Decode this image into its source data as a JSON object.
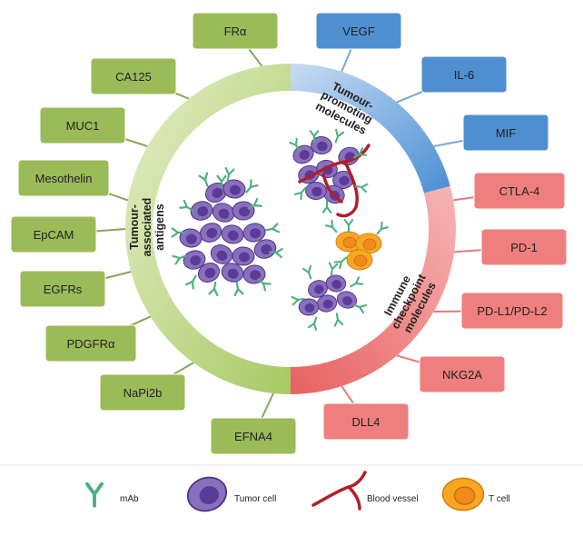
{
  "segments": {
    "tumour_associated": {
      "label_lines": [
        "Tumour-",
        "associated",
        "antigens"
      ],
      "color": "#d7e8b0"
    },
    "tumour_promoting": {
      "label_lines": [
        "Tumour-",
        "promoting",
        "molecules"
      ],
      "color": "#a9c9ea"
    },
    "immune_checkpoint": {
      "label_lines": [
        "Immune",
        "checkpoint",
        "molecules"
      ],
      "color": "#f2a3a3"
    }
  },
  "antigens": [
    "FRα",
    "CA125",
    "MUC1",
    "Mesothelin",
    "EpCAM",
    "EGFRs",
    "PDGFRα",
    "NaPi2b",
    "EFNA4"
  ],
  "promoting": [
    "VEGF",
    "IL-6",
    "MIF"
  ],
  "checkpoint": [
    "CTLA-4",
    "PD-1",
    "PD-L1/PD-L2",
    "NKG2A",
    "DLL4"
  ],
  "legend": {
    "mab": "mAb",
    "tumor_cell": "Tumor cell",
    "blood_vessel": "Blood vessel",
    "t_cell": "T cell"
  },
  "colors": {
    "green_box": "#9bbb59",
    "blue_box": "#4f8fd0",
    "red_box": "#ef7f7f",
    "tumor_cell": "#8a6fbf",
    "tumor_nucleus": "#5b3b98",
    "mab": "#4caf7d",
    "vessel": "#b0202a",
    "t_cell": "#f7a823",
    "t_nucleus": "#f08a1c"
  }
}
